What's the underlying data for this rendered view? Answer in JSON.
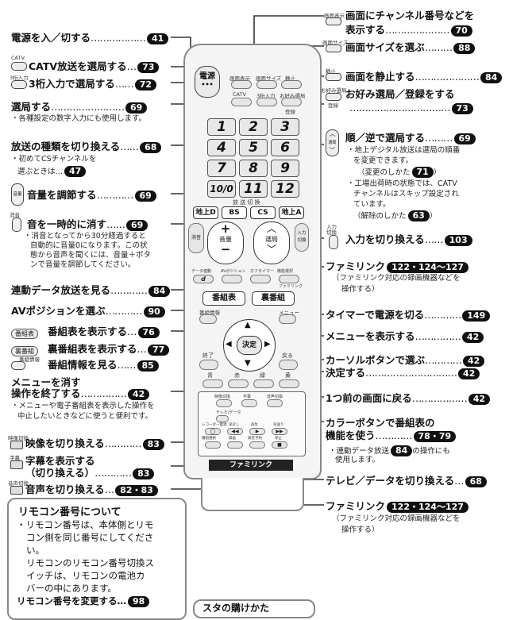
{
  "labels": {
    "power": {
      "text": "電源を入／切する",
      "page": "41"
    },
    "catv": {
      "icon": "CATV",
      "text": "CATV放送を選局する",
      "page": "73"
    },
    "three_digit": {
      "icon": "3桁入力",
      "text": "3桁入力で選局する",
      "page": "72"
    },
    "tune": {
      "text": "選局する",
      "page": "69",
      "note": "・各種設定の数字入力にも使用します。"
    },
    "broadcast": {
      "text": "放送の種類を切り換える",
      "page": "68",
      "note1": "・初めてCSチャンネルを",
      "note2": "選ぶときは",
      "note_page": "47"
    },
    "volume": {
      "icon": "音量",
      "text": "音量を調節する",
      "page": "69"
    },
    "mute": {
      "icon": "消音",
      "text": "音を一時的に消す",
      "page": "69",
      "note1": "・消音となってから30分経過すると",
      "note2": "自動的に音量0になります。この状",
      "note3": "態から音声を聞くには、音量＋ボタ",
      "note4": "ンで音量を調節してください。"
    },
    "data": {
      "text": "連動データ放送を見る",
      "page": "84"
    },
    "av": {
      "text": "AVポジションを選ぶ",
      "page": "90"
    },
    "epg": {
      "icon": "番組表",
      "text": "番組表を表示する",
      "page": "76"
    },
    "back_epg": {
      "icon": "裏番組",
      "text": "裏番組表を表示する",
      "page": "77"
    },
    "program_info": {
      "icon": "番組情報",
      "text": "番組情報を見る",
      "page": "85"
    },
    "exit1": "メニューを消す",
    "exit2": "操作を終了する",
    "exit_page": "42",
    "exit_note1": "・メニューや電子番組表を表示した操作を",
    "exit_note2": "中止したいときなどに使うと便利です。",
    "video": {
      "icon": "映像切換",
      "text": "映像を切り換える",
      "page": "83"
    },
    "subtitle": {
      "icon": "字幕",
      "text1": "字幕を表示する",
      "text2": "（切り換える）",
      "page": "83"
    },
    "audio": {
      "icon": "音声切換",
      "text": "音声を切り換える",
      "page": "82・83"
    },
    "ch_display1": "画面にチャンネル番号などを",
    "ch_display2": "表示する",
    "ch_display_page": "70",
    "ch_display_icon": "画面表示",
    "screen_size": {
      "icon": "画面サイズ",
      "text": "画面サイズを選ぶ",
      "page": "88"
    },
    "freeze": {
      "icon": "静止",
      "text": "画面を静止する",
      "page": "84"
    },
    "favorite": {
      "icon1": "お好み選局",
      "icon2": "登録",
      "text": "お好み選局／登録をする",
      "page": "73"
    },
    "updown": {
      "text": "順／逆で選局する",
      "page": "69",
      "note1": "・地上デジタル放送は選局の順番",
      "note2": "を変更できます。",
      "note3": "（変更のしかた",
      "note3_page": "71",
      "note3_end": "）",
      "note4": "・工場出荷時の状態では、CATV",
      "note5": "チャンネルはスキップ設定され",
      "note6": "ています。",
      "note7": "（解除のしかた",
      "note7_page": "63",
      "note7_end": "）"
    },
    "input": {
      "icon1": "入力",
      "icon2": "切換",
      "text": "入力を切り換える",
      "page": "103"
    },
    "famlink1": {
      "text": "ファミリンク",
      "page": "122・124〜127",
      "note1": "（ファミリンク対応の録画機器などを",
      "note2": "操作する）"
    },
    "timer": {
      "text": "タイマーで電源を切る",
      "page": "149"
    },
    "menu": {
      "text": "メニューを表示する",
      "page": "42"
    },
    "cursor": {
      "text": "カーソルボタンで選ぶ",
      "page": "42"
    },
    "enter": {
      "text": "決定する",
      "page": "42"
    },
    "back": {
      "text": "1つ前の画面に戻る",
      "page": "42"
    },
    "color1": "カラーボタンで番組表の",
    "color2": "機能を使う",
    "color_page": "78・79",
    "color_note1": "・連動データ放送",
    "color_note_page": "84",
    "color_note2": "の操作にも",
    "color_note3": "使用します。",
    "tvdata": {
      "text": "テレビ／データを切り換える",
      "page": "68"
    },
    "famlink2": {
      "text": "ファミリンク",
      "page": "122・124〜127",
      "note1": "（ファミリンク対応の録画機器などを",
      "note2": "操作する）"
    }
  },
  "remote": {
    "power": "電源",
    "top_buttons": [
      "画面表示",
      "画面サイズ",
      "静止"
    ],
    "second_row": [
      "CATV",
      "3桁入力",
      "お好み選局"
    ],
    "register": "登録",
    "keys": [
      "1",
      "2",
      "3",
      "4",
      "5",
      "6",
      "7",
      "8",
      "9",
      "10/0",
      "11",
      "12"
    ],
    "broadcast_label": "放 送 切 換",
    "broadcast_keys": [
      "地上D",
      "BS",
      "CS",
      "地上A"
    ],
    "mute": "消音",
    "volume": "音量",
    "tune": "選局",
    "input": "入力切換",
    "row_labels": [
      "データ連動",
      "AVポジション",
      "オフタイマー",
      "機能選択"
    ],
    "d": "d",
    "famlink": "ファミリンク",
    "epg": "番組表",
    "back_epg": "裏番組",
    "program_info": "番組情報",
    "menu": "メニュー",
    "enter": "決定",
    "exit": "終了",
    "back": "戻る",
    "colors": [
      "青",
      "赤",
      "緑",
      "黄"
    ],
    "bottom_row": [
      "映像切換",
      "字幕",
      "音声切換"
    ],
    "tvdata": "テレビ/データ",
    "recorder_row": [
      "レコーダー電源",
      "早戻し",
      "再生",
      "早送り"
    ],
    "recorder_row2": [
      "番組選択",
      "録画",
      "録音予約",
      "停止"
    ],
    "famlink_bar": "ファミリンク"
  },
  "remote_code_box": {
    "title": "リモコン番号について",
    "lines": [
      "・リモコン番号は、本体側とリモ",
      "コン側を同じ番号にしてくださ",
      "い。",
      "リモコンのリモコン番号切換ス",
      "イッチは、リモコンの電池カ",
      "バーの中にあります。",
      "リモコン番号を変更する"
    ],
    "page": "98"
  },
  "bottom_box_title": "スタの購けかた"
}
